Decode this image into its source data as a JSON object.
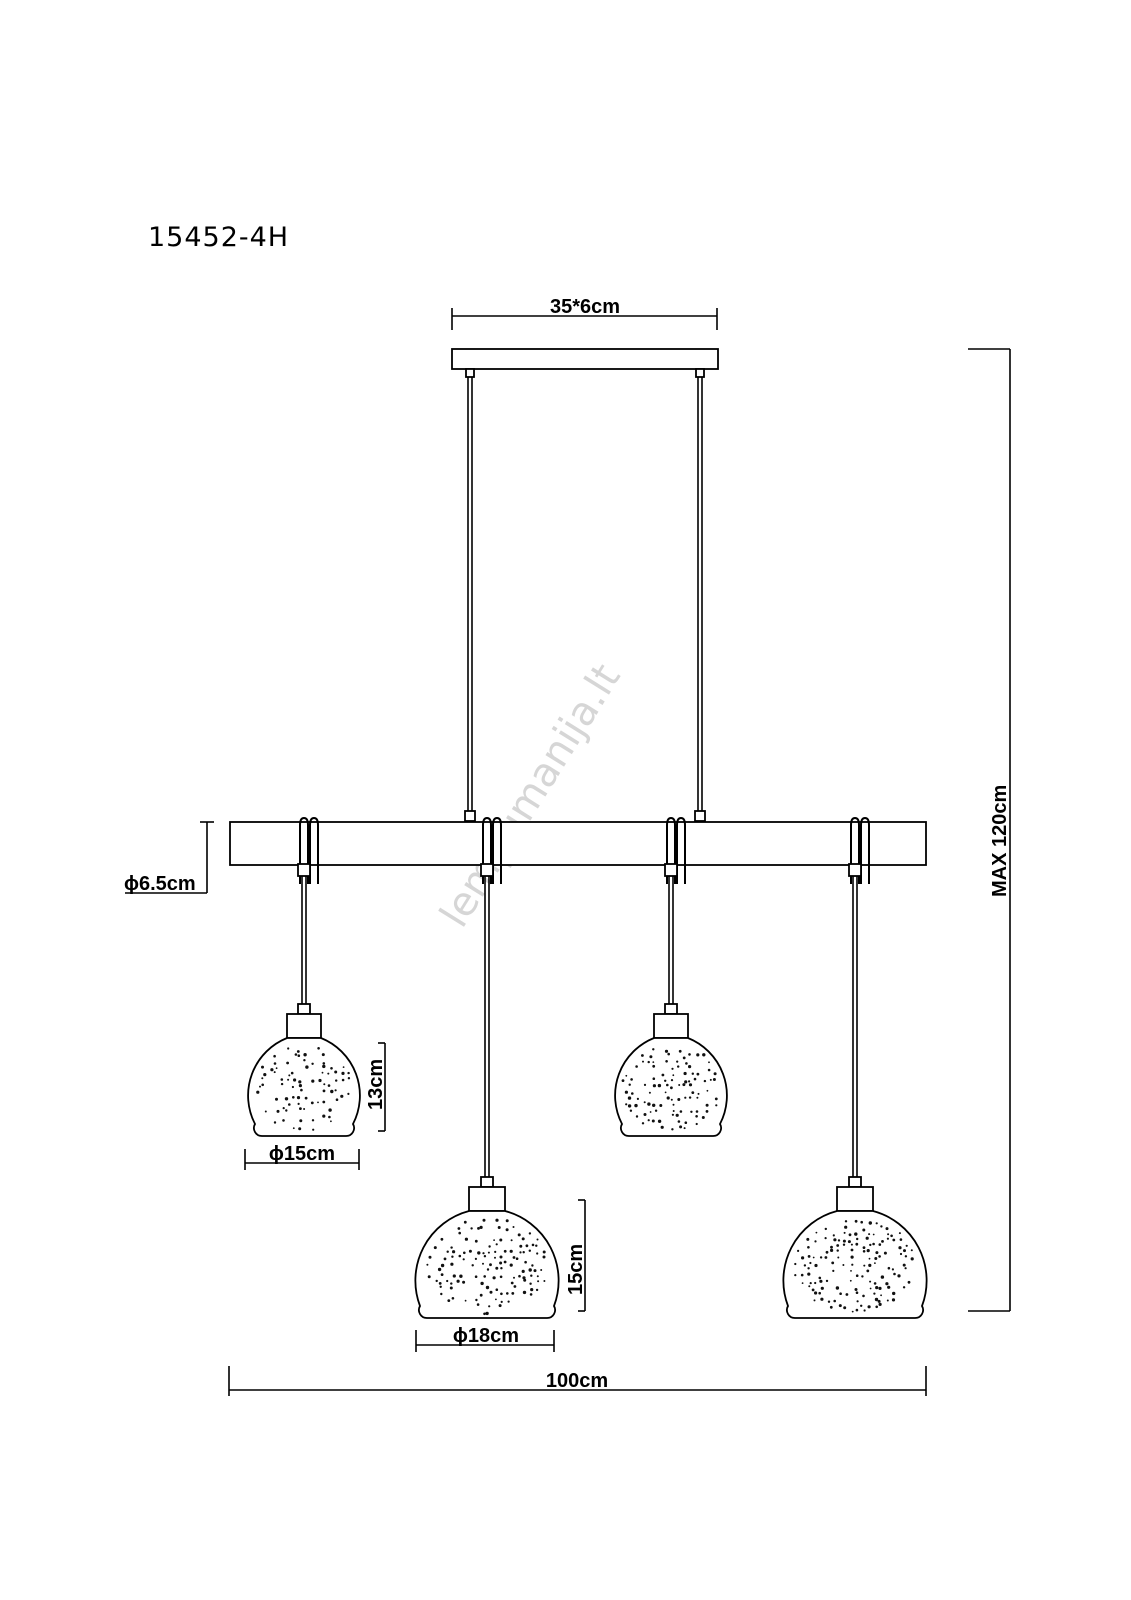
{
  "model": "15452-4H",
  "watermark": "lempumanija.lt",
  "dimensions": {
    "canopy": "35*6cm",
    "bar_diameter": "ϕ6.5cm",
    "small_shade_height": "13cm",
    "small_shade_diameter": "ϕ15cm",
    "large_shade_height": "15cm",
    "large_shade_diameter": "ϕ18cm",
    "total_width": "100cm",
    "max_height": "MAX 120cm"
  }
}
